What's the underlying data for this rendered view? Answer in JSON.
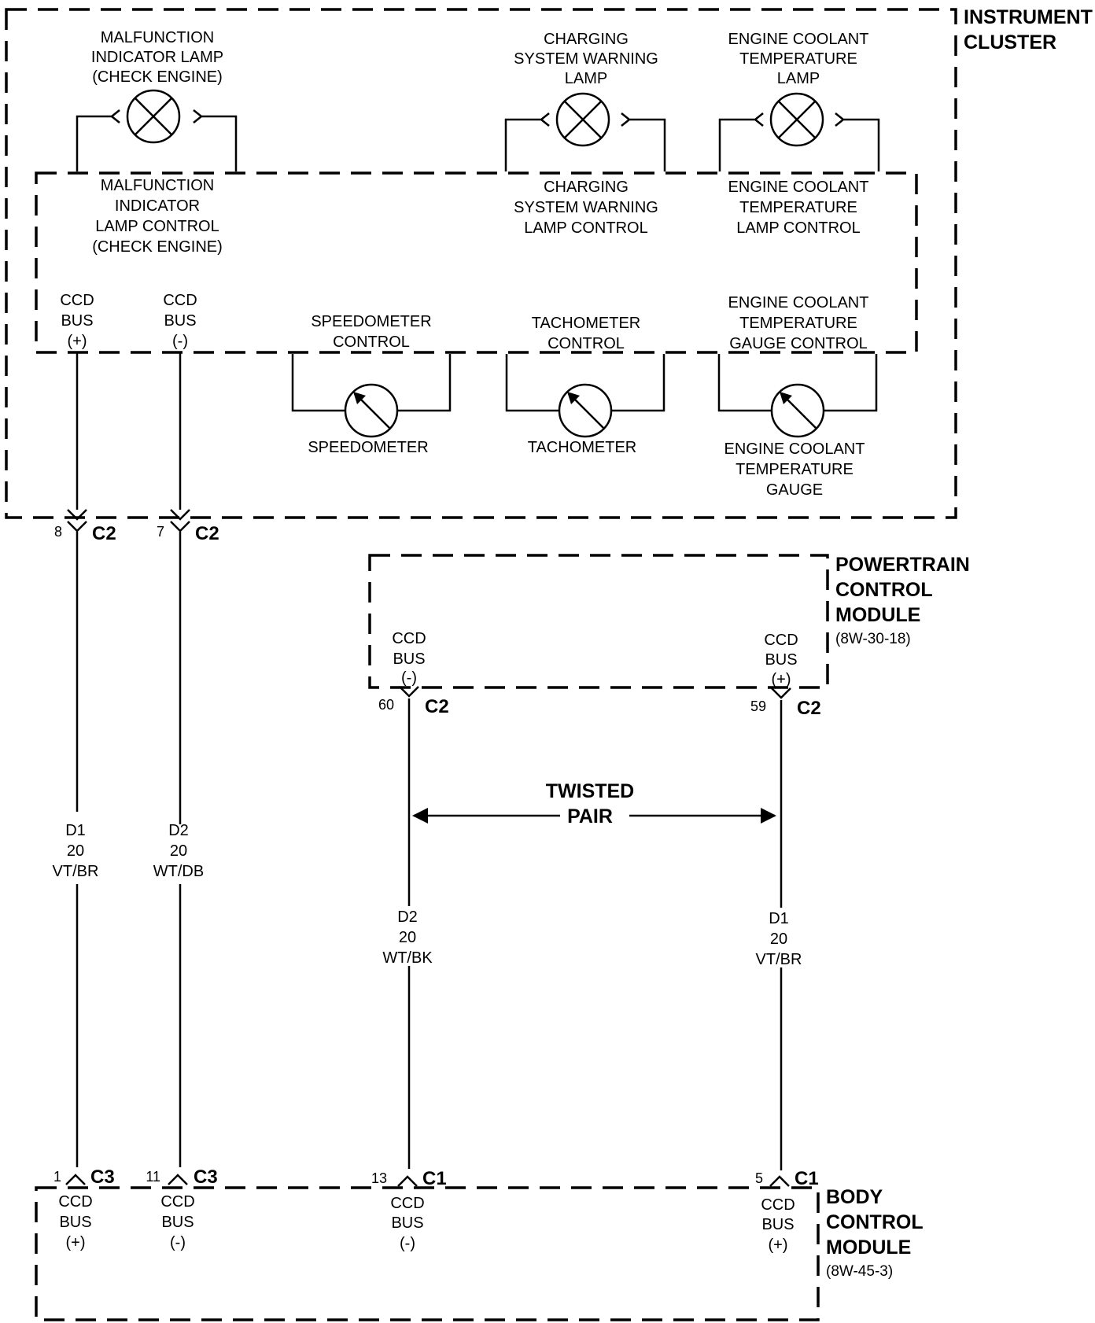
{
  "modules": {
    "instrument_cluster": {
      "name_lines": [
        "INSTRUMENT",
        "CLUSTER"
      ]
    },
    "powertrain_control_module": {
      "name_lines": [
        "POWERTRAIN",
        "CONTROL",
        "MODULE"
      ],
      "ref": "(8W-30-18)"
    },
    "body_control_module": {
      "name_lines": [
        "BODY",
        "CONTROL",
        "MODULE"
      ],
      "ref": "(8W-45-3)"
    }
  },
  "lamps": [
    {
      "id": "mil",
      "label_lines": [
        "MALFUNCTION",
        "INDICATOR LAMP",
        "(CHECK ENGINE)"
      ],
      "control_lines": [
        "MALFUNCTION",
        "INDICATOR",
        "LAMP CONTROL",
        "(CHECK ENGINE)"
      ]
    },
    {
      "id": "charging",
      "label_lines": [
        "CHARGING",
        "SYSTEM WARNING",
        "LAMP"
      ],
      "control_lines": [
        "CHARGING",
        "SYSTEM WARNING",
        "LAMP CONTROL"
      ]
    },
    {
      "id": "coolant",
      "label_lines": [
        "ENGINE COOLANT",
        "TEMPERATURE",
        "LAMP"
      ],
      "control_lines": [
        "ENGINE COOLANT",
        "TEMPERATURE",
        "LAMP CONTROL"
      ]
    }
  ],
  "gauges": [
    {
      "id": "speedometer",
      "control_lines": [
        "SPEEDOMETER",
        "CONTROL"
      ],
      "label_lines": [
        "SPEEDOMETER"
      ]
    },
    {
      "id": "tachometer",
      "control_lines": [
        "TACHOMETER",
        "CONTROL"
      ],
      "label_lines": [
        "TACHOMETER"
      ]
    },
    {
      "id": "coolant_gauge",
      "control_lines": [
        "ENGINE COOLANT",
        "TEMPERATURE",
        "GAUGE CONTROL"
      ],
      "label_lines": [
        "ENGINE COOLANT",
        "TEMPERATURE",
        "GAUGE"
      ]
    }
  ],
  "cluster_terminals": [
    {
      "id": "ic_pos",
      "lines": [
        "CCD",
        "BUS",
        "(+)"
      ]
    },
    {
      "id": "ic_neg",
      "lines": [
        "CCD",
        "BUS",
        "(-)"
      ]
    }
  ],
  "pcm_terminals": [
    {
      "id": "pcm_neg",
      "lines": [
        "CCD",
        "BUS",
        "(-)"
      ]
    },
    {
      "id": "pcm_pos",
      "lines": [
        "CCD",
        "BUS",
        "(+)"
      ]
    }
  ],
  "bcm_terminals": [
    {
      "id": "bcm_pos1",
      "lines": [
        "CCD",
        "BUS",
        "(+)"
      ]
    },
    {
      "id": "bcm_neg1",
      "lines": [
        "CCD",
        "BUS",
        "(-)"
      ]
    },
    {
      "id": "bcm_neg2",
      "lines": [
        "CCD",
        "BUS",
        "(-)"
      ]
    },
    {
      "id": "bcm_pos2",
      "lines": [
        "CCD",
        "BUS",
        "(+)"
      ]
    }
  ],
  "connectors": [
    {
      "id": "ic8",
      "pin": "8",
      "name": "C2"
    },
    {
      "id": "ic7",
      "pin": "7",
      "name": "C2"
    },
    {
      "id": "pcm60",
      "pin": "60",
      "name": "C2"
    },
    {
      "id": "pcm59",
      "pin": "59",
      "name": "C2"
    },
    {
      "id": "bcm1",
      "pin": "1",
      "name": "C3"
    },
    {
      "id": "bcm11",
      "pin": "11",
      "name": "C3"
    },
    {
      "id": "bcm13",
      "pin": "13",
      "name": "C1"
    },
    {
      "id": "bcm5",
      "pin": "5",
      "name": "C1"
    }
  ],
  "wires": [
    {
      "id": "w1",
      "lines": [
        "D1",
        "20",
        "VT/BR"
      ]
    },
    {
      "id": "w2",
      "lines": [
        "D2",
        "20",
        "WT/DB"
      ]
    },
    {
      "id": "w3",
      "lines": [
        "D2",
        "20",
        "WT/BK"
      ]
    },
    {
      "id": "w4",
      "lines": [
        "D1",
        "20",
        "VT/BR"
      ]
    }
  ],
  "twisted_pair": {
    "lines": [
      "TWISTED",
      "PAIR"
    ]
  }
}
